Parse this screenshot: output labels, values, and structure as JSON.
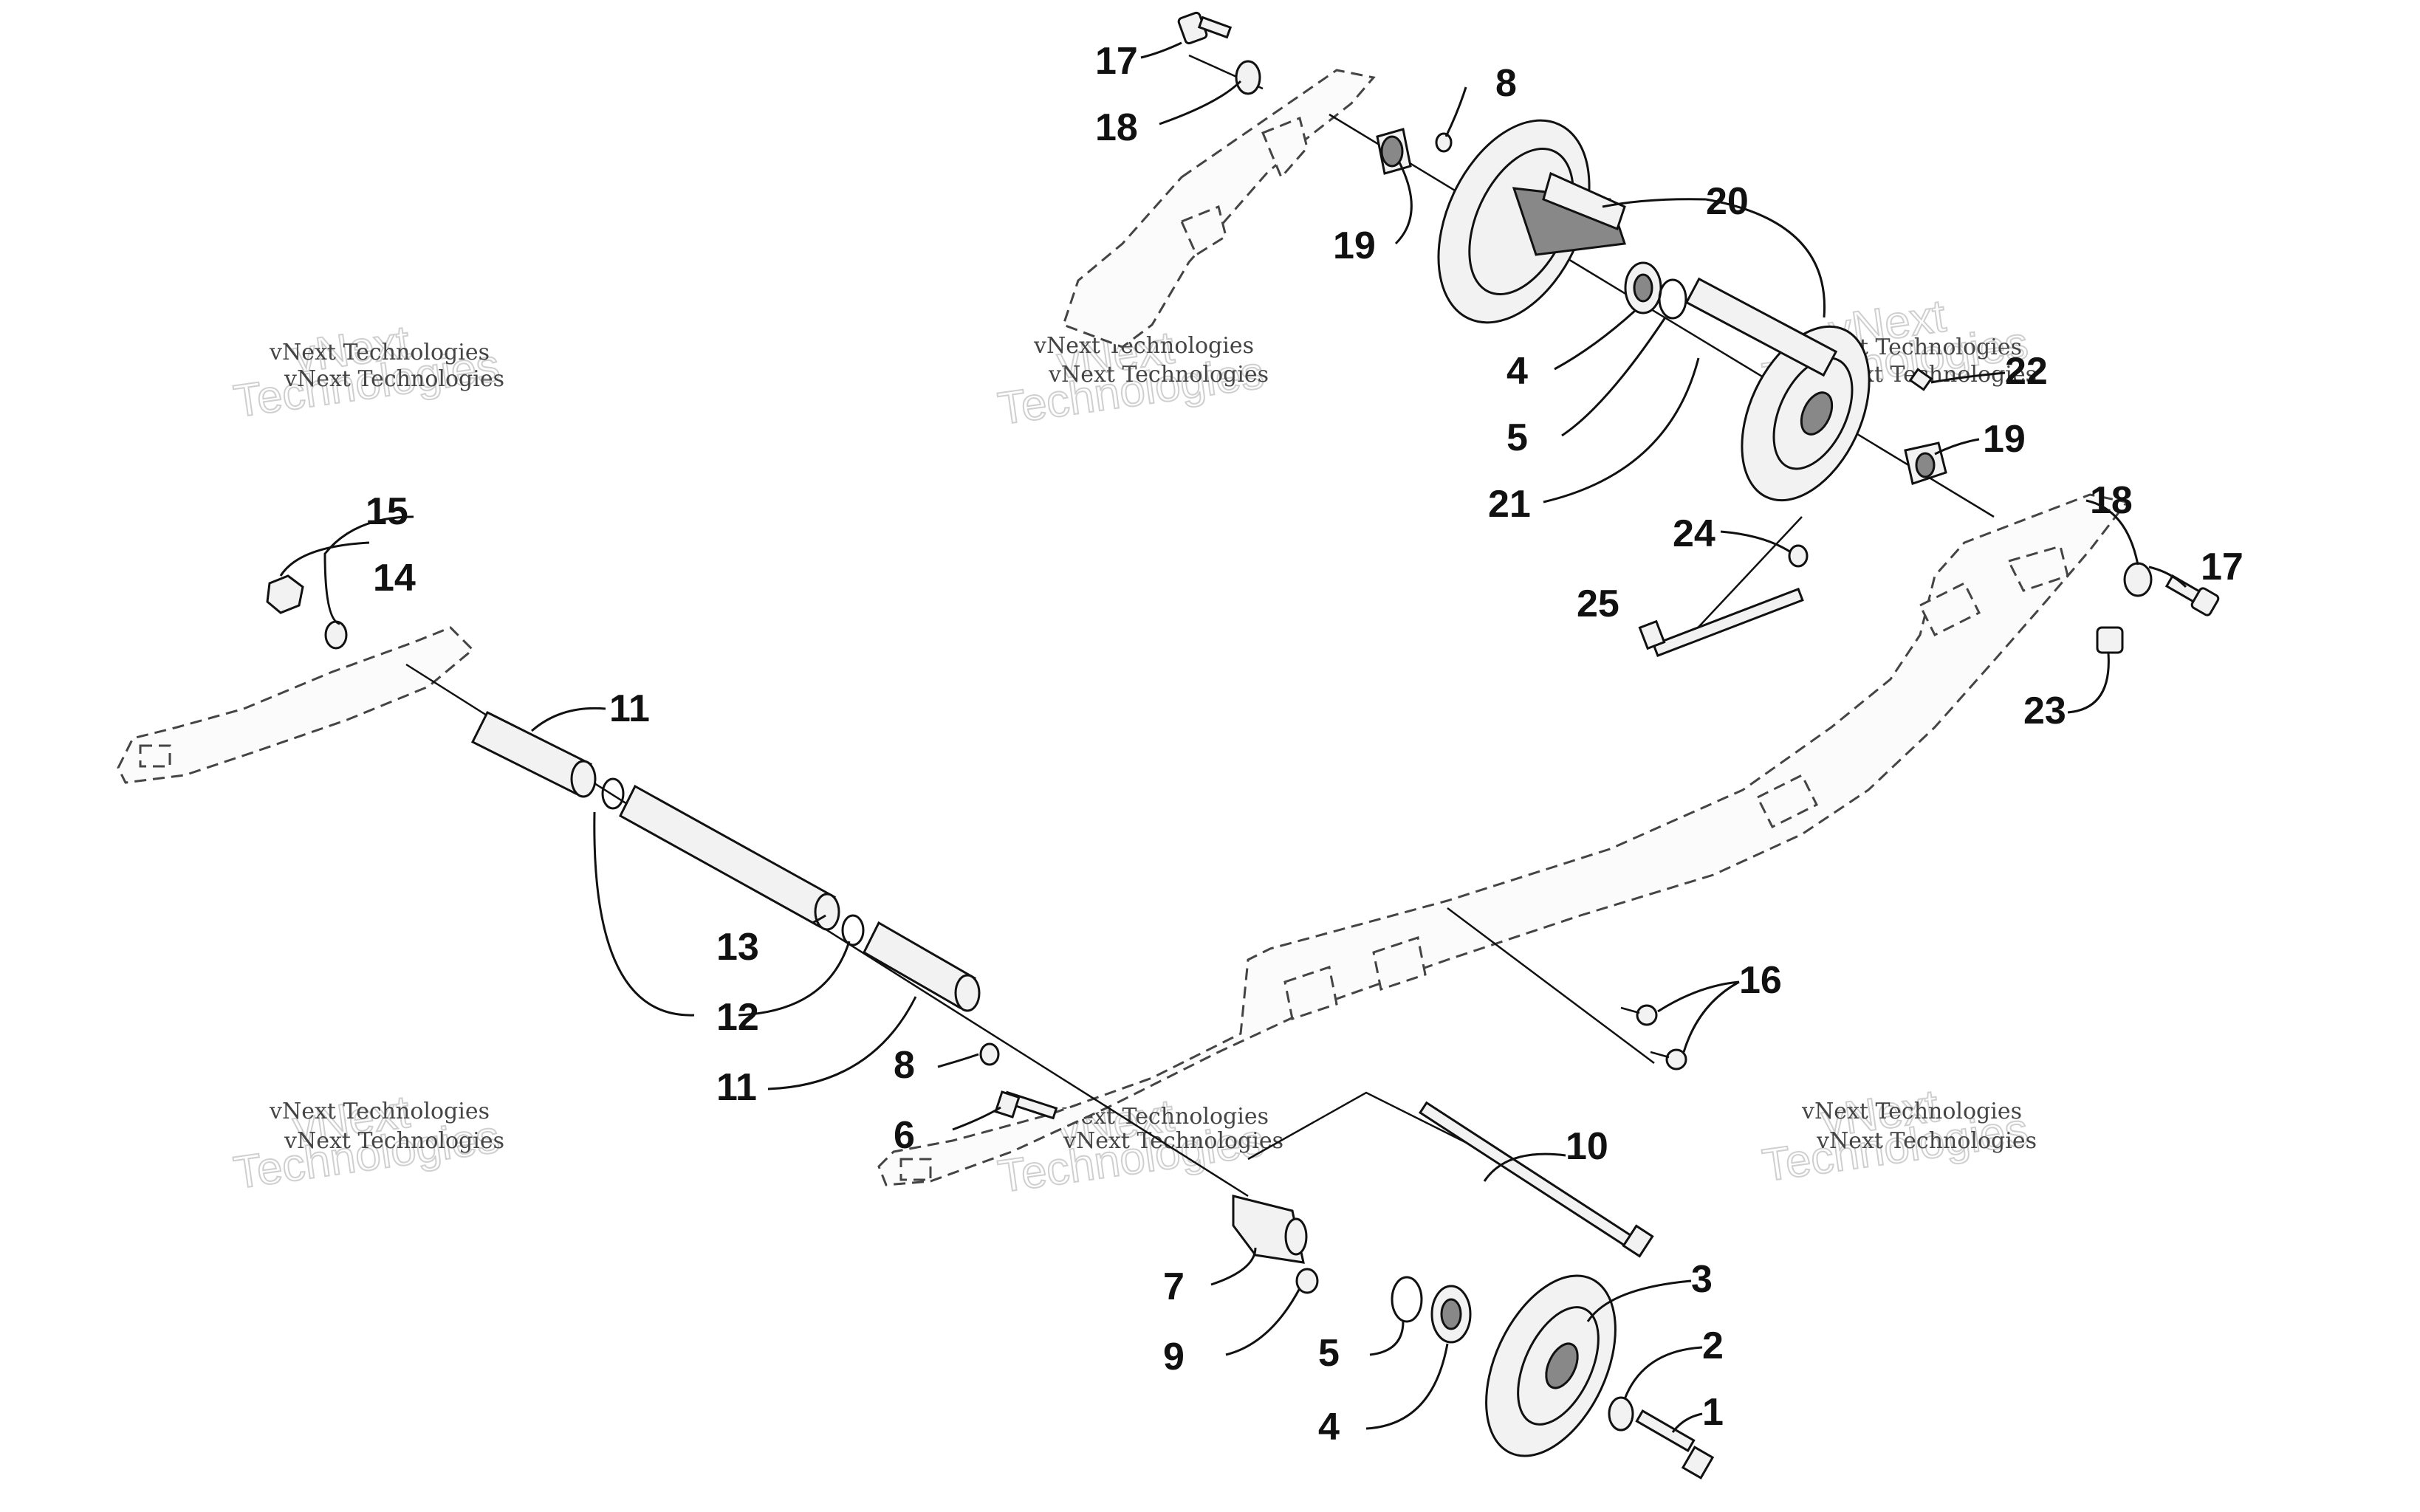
{
  "watermark": {
    "small_text": "vNext Technologies",
    "large_line1": "vNext",
    "large_line2": "Technologies"
  },
  "callouts": {
    "c1": "1",
    "c2": "2",
    "c3": "3",
    "c4a": "4",
    "c4b": "4",
    "c5a": "5",
    "c5b": "5",
    "c6": "6",
    "c7": "7",
    "c8a": "8",
    "c8b": "8",
    "c9": "9",
    "c10": "10",
    "c11a": "11",
    "c11b": "11",
    "c12": "12",
    "c13": "13",
    "c14": "14",
    "c15": "15",
    "c16": "16",
    "c17a": "17",
    "c17b": "17",
    "c18a": "18",
    "c18b": "18",
    "c19a": "19",
    "c19b": "19",
    "c20": "20",
    "c21": "21",
    "c22": "22",
    "c23": "23",
    "c24": "24",
    "c25": "25"
  }
}
